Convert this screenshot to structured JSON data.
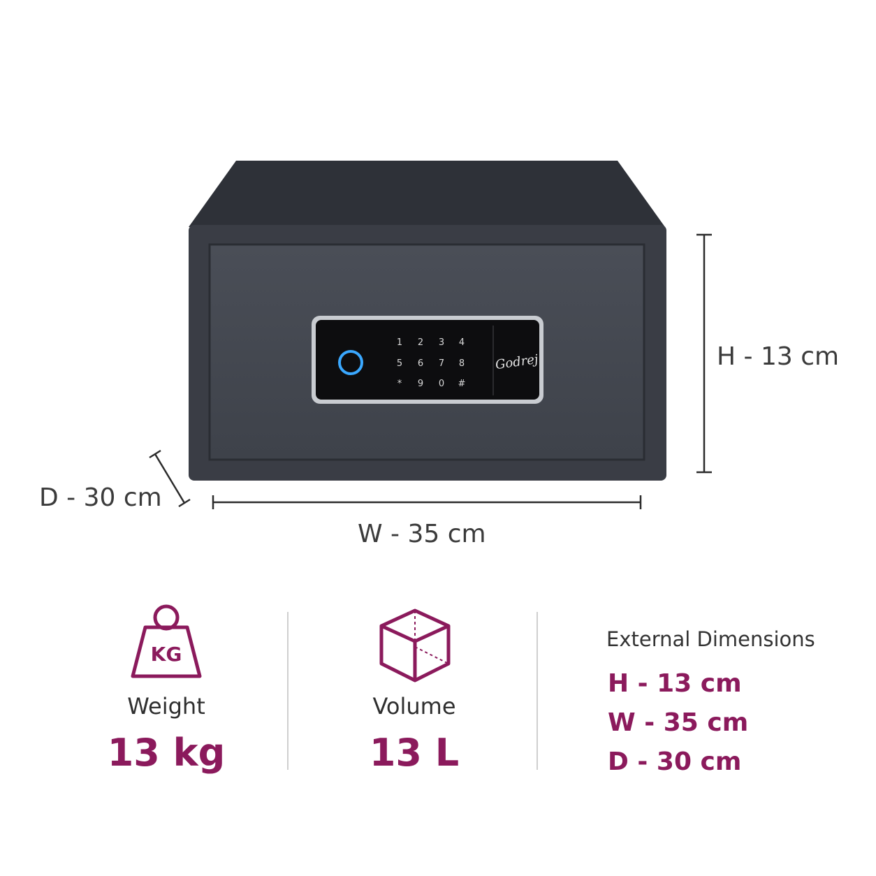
{
  "colors": {
    "accent": "#8b1a5c",
    "safe_body": "#3a3d45",
    "safe_door": "#444851",
    "keypad": "#0d0d0f",
    "fingerprint_ring": "#3aa8ff"
  },
  "dimensions": {
    "height_label": "H - 13 cm",
    "width_label": "W - 35 cm",
    "depth_label": "D - 30 cm"
  },
  "keypad": {
    "keys": [
      "1",
      "2",
      "3",
      "4",
      "5",
      "6",
      "7",
      "8",
      "*",
      "9",
      "0",
      "#"
    ],
    "brand": "Godrej"
  },
  "weight": {
    "icon": "weight-kg-icon",
    "icon_text": "KG",
    "label": "Weight",
    "value": "13 kg"
  },
  "volume": {
    "icon": "cube-icon",
    "label": "Volume",
    "value": "13 L"
  },
  "external": {
    "title": "External Dimensions",
    "lines": [
      "H - 13 cm",
      "W - 35 cm",
      "D - 30 cm"
    ]
  }
}
